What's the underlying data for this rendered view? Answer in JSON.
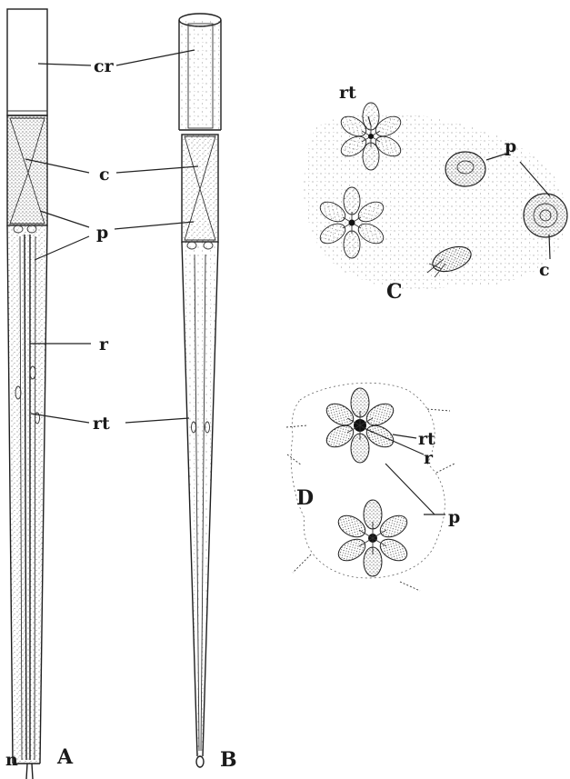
{
  "labels": {
    "A_cr": "cr",
    "A_c": "c",
    "A_p": "p",
    "A_r": "r",
    "A_rt": "rt",
    "A_n": "n",
    "panel_A": "A",
    "panel_B": "B",
    "C_rt": "rt",
    "C_p": "p",
    "C_c": "c",
    "panel_C": "C",
    "D_rt": "rt",
    "D_r": "r",
    "D_p": "p",
    "panel_D": "D"
  },
  "colors": {
    "ink": "#1e1e1e",
    "stipple": "#555555",
    "paper": "#ffffff"
  }
}
